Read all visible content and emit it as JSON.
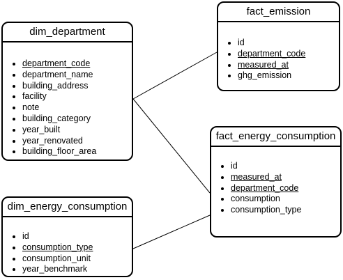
{
  "entities": {
    "dim_department": {
      "title": "dim_department",
      "fields": [
        {
          "label": "department_code",
          "key": true
        },
        {
          "label": "department_name",
          "key": false
        },
        {
          "label": "building_address",
          "key": false
        },
        {
          "label": "facility",
          "key": false
        },
        {
          "label": "note",
          "key": false
        },
        {
          "label": "building_category",
          "key": false
        },
        {
          "label": "year_built",
          "key": false
        },
        {
          "label": "year_renovated",
          "key": false
        },
        {
          "label": "building_floor_area",
          "key": false
        }
      ]
    },
    "fact_emission": {
      "title": "fact_emission",
      "fields": [
        {
          "label": "id",
          "key": false
        },
        {
          "label": "department_code",
          "key": true
        },
        {
          "label": "measured_at",
          "key": true
        },
        {
          "label": "ghg_emission",
          "key": false
        }
      ]
    },
    "fact_energy_consumption": {
      "title": "fact_energy_consumption",
      "fields": [
        {
          "label": "id",
          "key": false
        },
        {
          "label": "measured_at",
          "key": true
        },
        {
          "label": "department_code",
          "key": true
        },
        {
          "label": "consumption",
          "key": false
        },
        {
          "label": "consumption_type",
          "key": false
        }
      ]
    },
    "dim_energy_consumption": {
      "title": "dim_energy_consumption",
      "fields": [
        {
          "label": "id",
          "key": false
        },
        {
          "label": "consumption_type",
          "key": true
        },
        {
          "label": "consumption_unit",
          "key": false
        },
        {
          "label": "year_benchmark",
          "key": false
        }
      ]
    }
  },
  "relationships": [
    {
      "from": "dim_department",
      "to": "fact_emission"
    },
    {
      "from": "dim_department",
      "to": "fact_energy_consumption"
    },
    {
      "from": "dim_energy_consumption",
      "to": "fact_energy_consumption"
    }
  ]
}
